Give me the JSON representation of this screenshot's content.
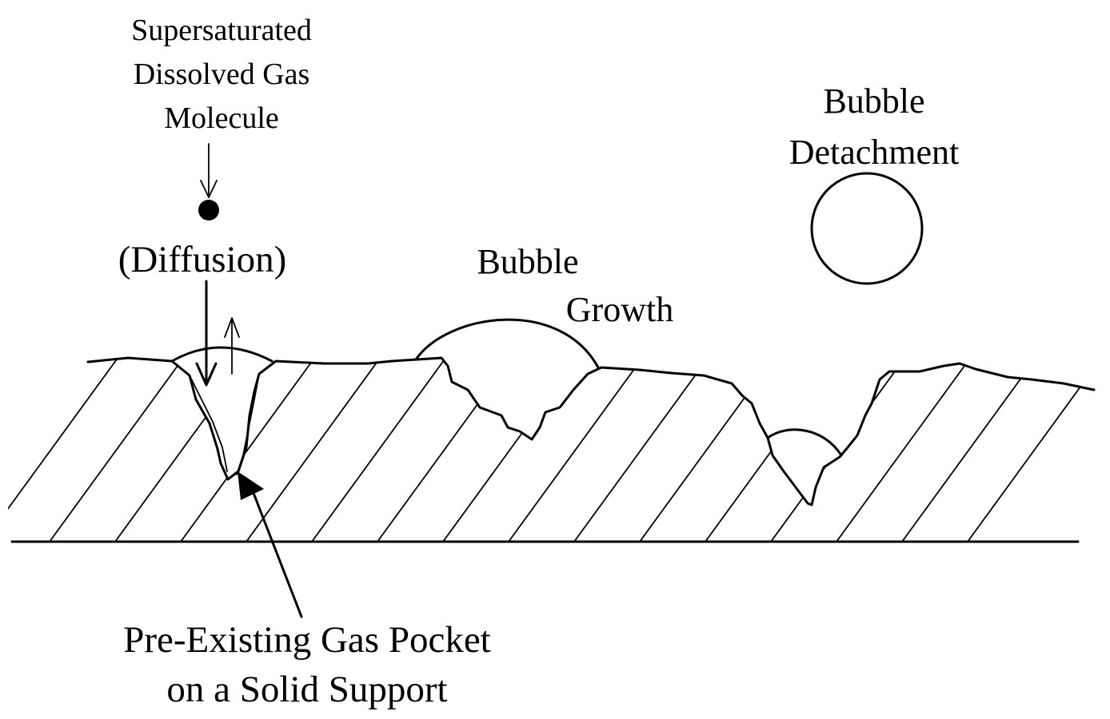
{
  "labels": {
    "supersaturated": [
      "Supersaturated",
      "Dissolved Gas",
      "Molecule"
    ],
    "diffusion": "(Diffusion)",
    "bubble_growth": [
      "Bubble",
      "Growth"
    ],
    "bubble_detachment": [
      "Bubble",
      "Detachment"
    ],
    "gas_pocket": [
      "Pre-Existing Gas Pocket",
      "on a Solid Support"
    ]
  }
}
